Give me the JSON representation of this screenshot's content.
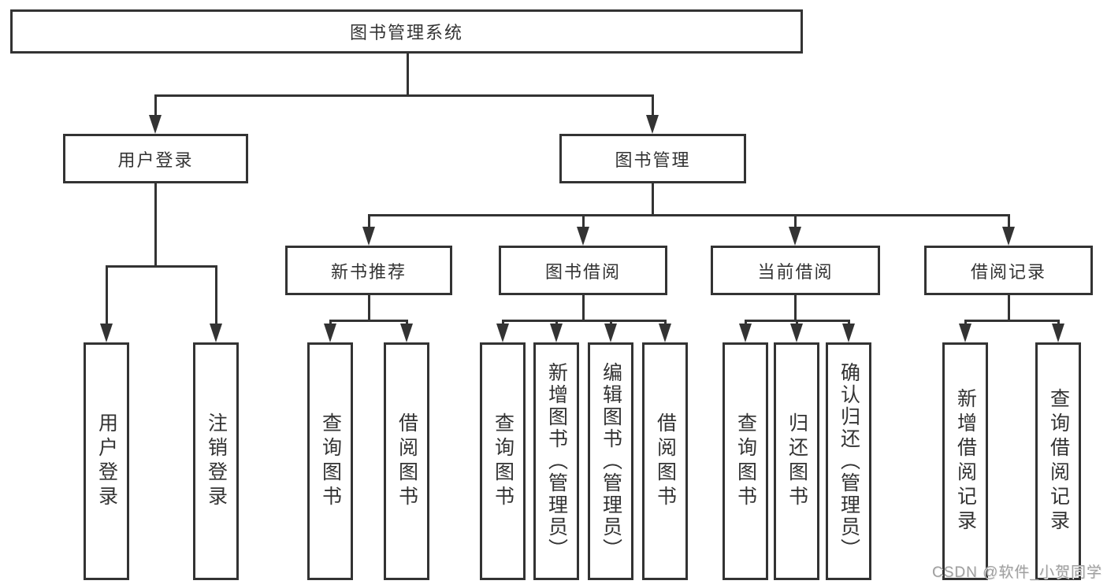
{
  "diagram": {
    "type": "hierarchy-org-chart",
    "root": {
      "label": "图书管理系统"
    },
    "branches": [
      {
        "label": "用户登录",
        "children": [
          {
            "label": "用户登录"
          },
          {
            "label": "注销登录"
          }
        ]
      },
      {
        "label": "图书管理",
        "children": [
          {
            "label": "新书推荐",
            "children": [
              {
                "label": "查询图书"
              },
              {
                "label": "借阅图书"
              }
            ]
          },
          {
            "label": "图书借阅",
            "children": [
              {
                "label": "查询图书"
              },
              {
                "label": "新增图书（管理员）"
              },
              {
                "label": "编辑图书（管理员）"
              },
              {
                "label": "借阅图书"
              }
            ]
          },
          {
            "label": "当前借阅",
            "children": [
              {
                "label": "查询图书"
              },
              {
                "label": "归还图书"
              },
              {
                "label": "确认归还（管理员）"
              }
            ]
          },
          {
            "label": "借阅记录",
            "children": [
              {
                "label": "新增借阅记录"
              },
              {
                "label": "查询借阅记录"
              }
            ]
          }
        ]
      }
    ],
    "watermark": "CSDN @软件_小贺同学",
    "colors": {
      "line": "#333333",
      "box_border": "#333333",
      "text": "#333333",
      "watermark": "#9f9f9f",
      "background": "#ffffff"
    }
  }
}
